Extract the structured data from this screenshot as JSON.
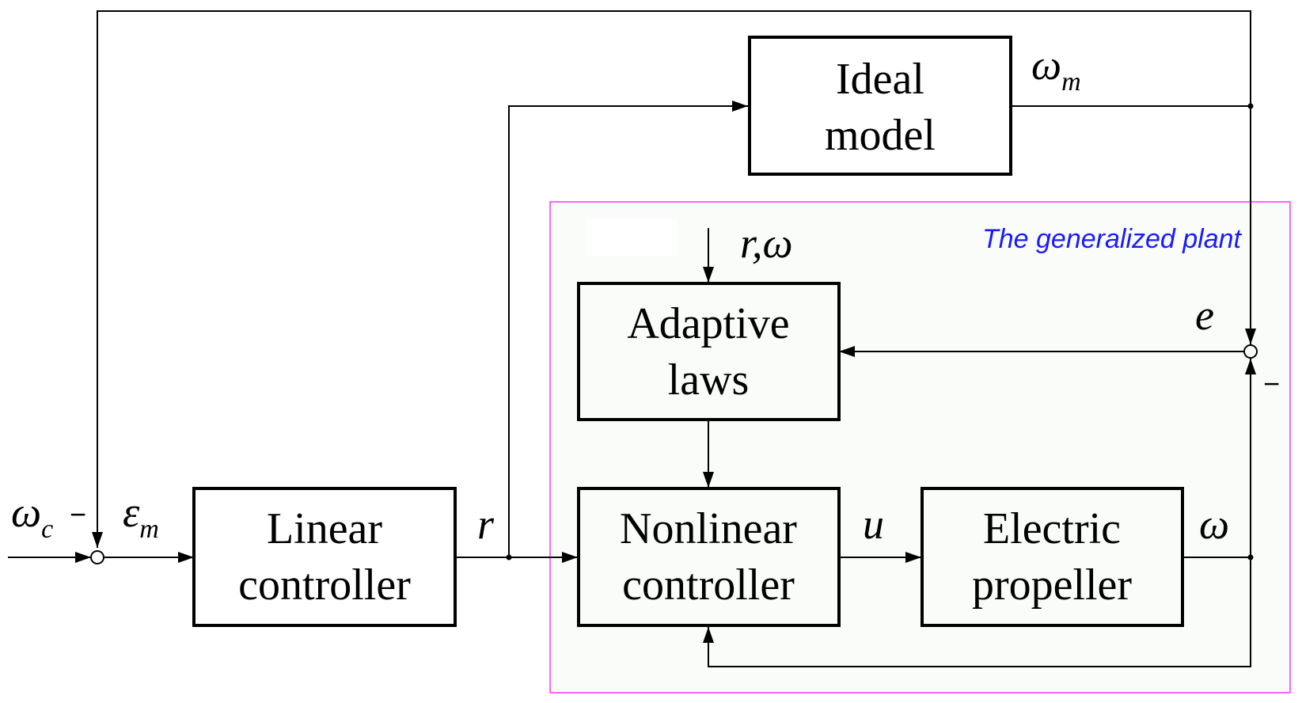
{
  "blocks": {
    "ideal_model": {
      "line1": "Ideal",
      "line2": "model"
    },
    "adaptive_laws": {
      "line1": "Adaptive",
      "line2": "laws"
    },
    "linear_controller": {
      "line1": "Linear",
      "line2": "controller"
    },
    "nonlinear_controller": {
      "line1": "Nonlinear",
      "line2": "controller"
    },
    "electric_propeller": {
      "line1": "Electric",
      "line2": "propeller"
    }
  },
  "plant_label": "The generalized plant",
  "signals": {
    "omega_m": {
      "main": "ω",
      "sub": "m"
    },
    "omega_c": {
      "main": "ω",
      "sub": "c"
    },
    "epsilon_m": {
      "main": "ε",
      "sub": "m"
    },
    "r": "r",
    "r_omega": "r,ω",
    "e": "e",
    "u": "u",
    "omega": "ω"
  },
  "signs": {
    "minus_left": "−",
    "minus_right": "−"
  },
  "colors": {
    "plant_border": "#ff33ff",
    "plant_fill": "#f9fcf8",
    "plant_label": "#1a1aff",
    "line": "#000000"
  }
}
